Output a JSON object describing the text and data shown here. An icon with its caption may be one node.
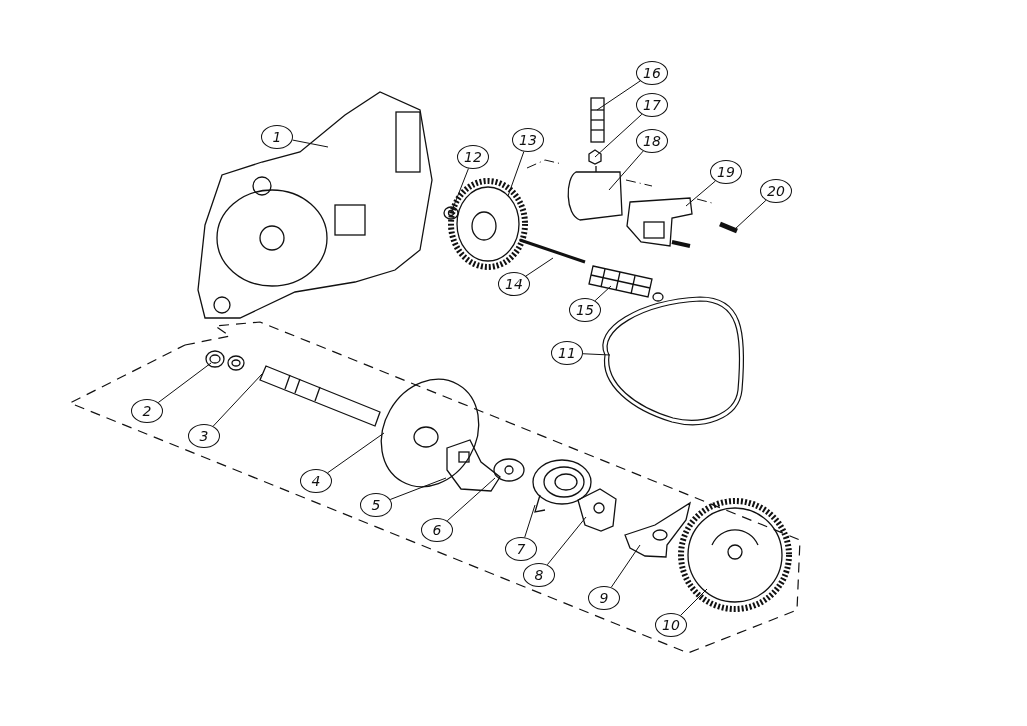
{
  "diagram": {
    "nodes": [
      {
        "text": [
          "1"
        ]
      },
      {
        "text": [
          "2"
        ]
      },
      {
        "text": [
          "3"
        ]
      },
      {
        "text": [
          "4"
        ]
      },
      {
        "text": [
          "5"
        ]
      },
      {
        "text": [
          "6"
        ]
      },
      {
        "text": [
          "7"
        ]
      },
      {
        "text": [
          "8"
        ]
      },
      {
        "text": [
          "9"
        ]
      },
      {
        "text": [
          "10"
        ]
      },
      {
        "text": [
          "11"
        ]
      },
      {
        "text": [
          "12"
        ]
      },
      {
        "text": [
          "13"
        ]
      },
      {
        "text": [
          "14"
        ]
      },
      {
        "text": [
          "15"
        ]
      },
      {
        "text": [
          "16"
        ]
      },
      {
        "text": [
          "17"
        ]
      },
      {
        "text": [
          "18"
        ]
      },
      {
        "text": [
          "19"
        ]
      },
      {
        "text": [
          "20"
        ]
      },
      {
        "text": [],
        "shape": "picture"
      },
      {
        "text": [],
        "shape": "picture"
      },
      {
        "text": [],
        "shape": "picture"
      },
      {
        "text": [],
        "shape": "picture"
      },
      {
        "text": [],
        "shape": "picture"
      },
      {
        "text": [],
        "shape": "picture"
      },
      {
        "text": [],
        "shape": "picture"
      },
      {
        "text": [],
        "shape": "picture"
      },
      {
        "text": [],
        "shape": "picture"
      },
      {
        "text": [],
        "shape": "picture"
      },
      {
        "text": [],
        "shape": "picture"
      },
      {
        "text": [],
        "shape": "picture"
      },
      {
        "text": [],
        "shape": "picture"
      },
      {
        "text": [],
        "shape": "picture"
      },
      {
        "text": [],
        "shape": "picture"
      },
      {
        "text": [],
        "shape": "picture"
      },
      {
        "text": [],
        "shape": "picture"
      },
      {
        "text": [],
        "shape": "picture"
      },
      {
        "text": [],
        "shape": "picture"
      },
      {
        "text": [],
        "shape": "picture"
      }
    ],
    "edges": [
      {
        "from": 0,
        "to": 20,
        "arrow": "none"
      },
      {
        "from": 1,
        "to": 21,
        "arrow": "none"
      },
      {
        "from": 2,
        "to": 22,
        "arrow": "none"
      },
      {
        "from": 3,
        "to": 23,
        "arrow": "none"
      },
      {
        "from": 4,
        "to": 24,
        "arrow": "none"
      },
      {
        "from": 5,
        "to": 25,
        "arrow": "none"
      },
      {
        "from": 6,
        "to": 26,
        "arrow": "none"
      },
      {
        "from": 7,
        "to": 27,
        "arrow": "none"
      },
      {
        "from": 8,
        "to": 28,
        "arrow": "none"
      },
      {
        "from": 9,
        "to": 29,
        "arrow": "none"
      },
      {
        "from": 10,
        "to": 30,
        "arrow": "none"
      },
      {
        "from": 11,
        "to": 31,
        "arrow": "none"
      },
      {
        "from": 12,
        "to": 32,
        "arrow": "none"
      },
      {
        "from": 13,
        "to": 33,
        "arrow": "none"
      },
      {
        "from": 14,
        "to": 34,
        "arrow": "none"
      },
      {
        "from": 15,
        "to": 35,
        "arrow": "none"
      },
      {
        "from": 16,
        "to": 36,
        "arrow": "none"
      },
      {
        "from": 17,
        "to": 37,
        "arrow": "none"
      },
      {
        "from": 18,
        "to": 38,
        "arrow": "none"
      },
      {
        "from": 19,
        "to": 39,
        "arrow": "none"
      }
    ]
  }
}
